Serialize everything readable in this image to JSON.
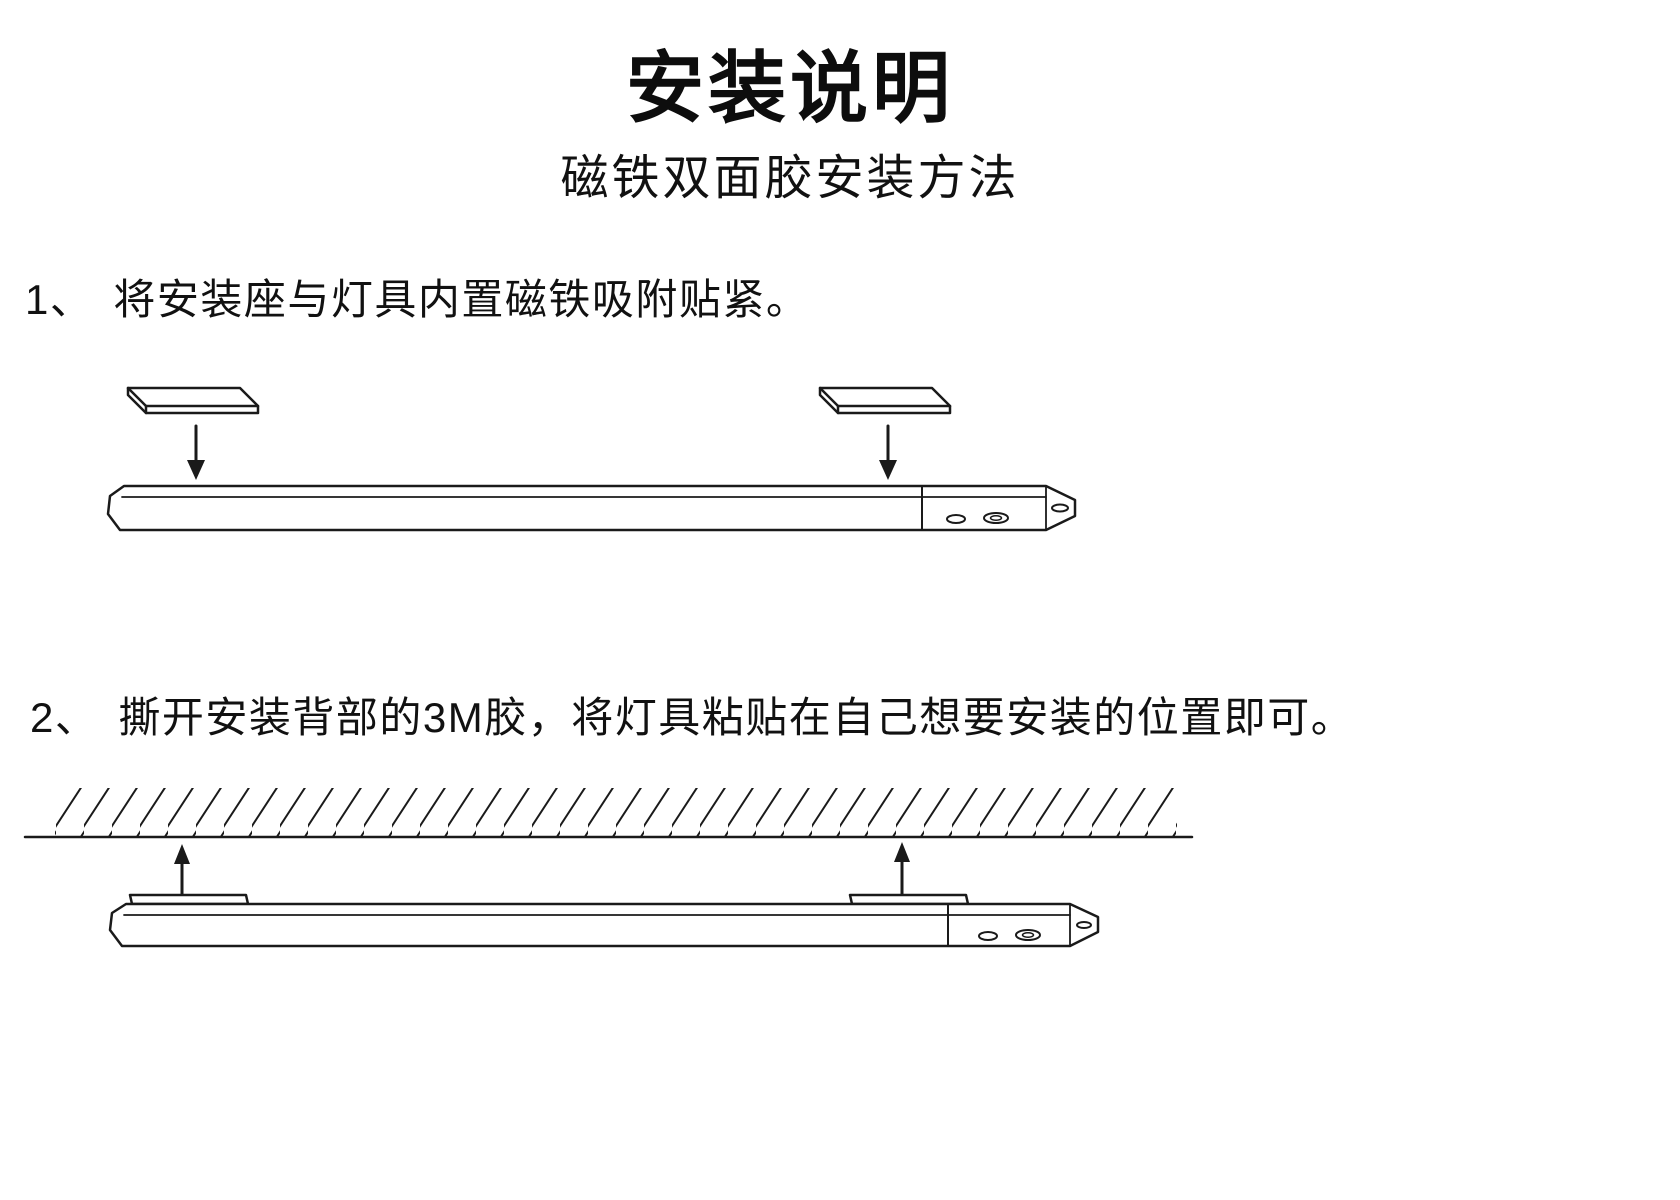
{
  "doc": {
    "title": "安装说明",
    "subtitle": "磁铁双面胶安装方法",
    "step1": {
      "number": "1、",
      "text": "将安装座与灯具内置磁铁吸附贴紧。"
    },
    "step2": {
      "number": "2、",
      "text": "撕开安装背部的3M胶，将灯具粘贴在自己想要安装的位置即可。"
    },
    "line_color": "#1a1a1a"
  }
}
